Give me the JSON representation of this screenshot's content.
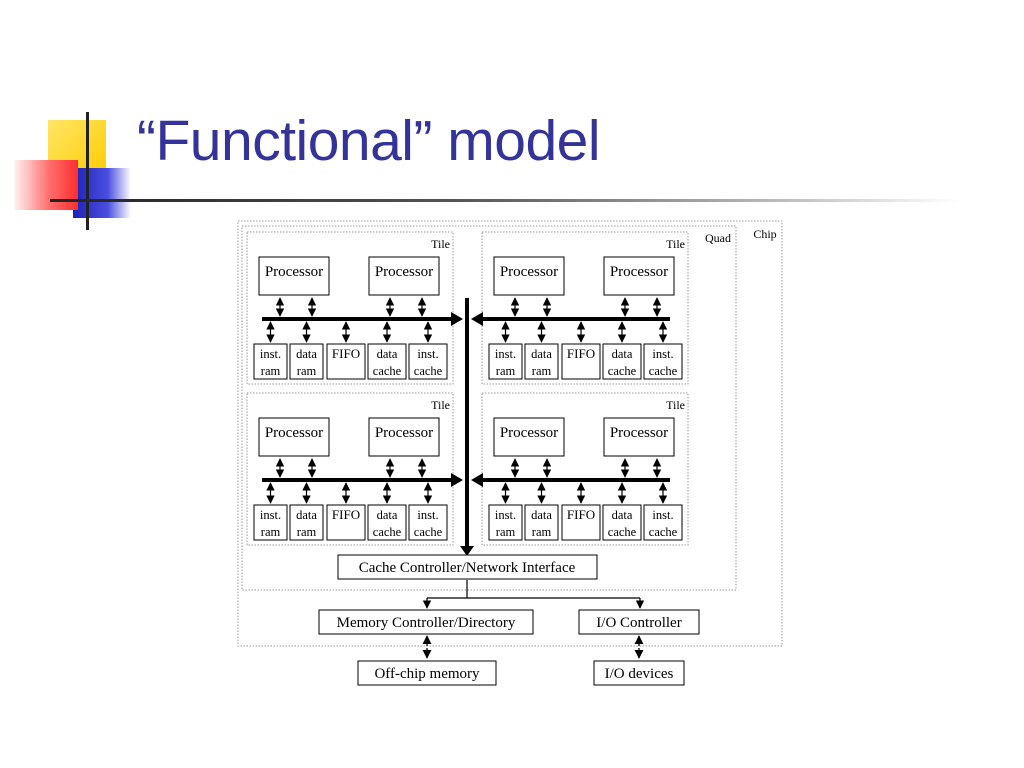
{
  "title": "“Functional” model",
  "colors": {
    "title": "#333399",
    "deco_yellow": "#ffd200",
    "deco_blue": "#2e33c9",
    "deco_red": "#ff3b3b"
  },
  "labels": {
    "chip": "Chip",
    "quad": "Quad",
    "tile": "Tile",
    "processor": "Processor",
    "inst_ram": [
      "inst.",
      "ram"
    ],
    "data_ram": [
      "data",
      "ram"
    ],
    "fifo": "FIFO",
    "data_cache": [
      "data",
      "cache"
    ],
    "inst_cache": [
      "inst.",
      "cache"
    ],
    "cache_controller": "Cache Controller/Network Interface",
    "memory_controller": "Memory Controller/Directory",
    "io_controller": "I/O Controller",
    "offchip_memory": "Off-chip memory",
    "io_devices": "I/O devices"
  }
}
